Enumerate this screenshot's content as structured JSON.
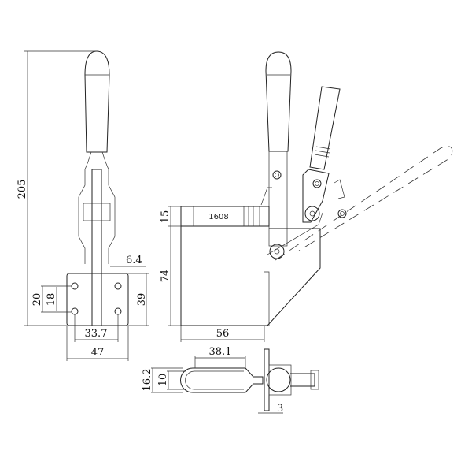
{
  "drawing": {
    "front_view": {
      "height_total": "205",
      "slot_width": "6.4",
      "hole_pitch_outer": "20",
      "hole_pitch_inner": "18",
      "base_height": "39",
      "hole_spacing": "33.7",
      "base_width": "47"
    },
    "side_view": {
      "bar_height": "15",
      "body_height": "74",
      "body_width": "56",
      "part_number": "1608"
    },
    "bottom_view": {
      "slot_length": "38.1",
      "arm_width": "16.2",
      "slot_width": "10",
      "plate_thickness": "3"
    }
  }
}
